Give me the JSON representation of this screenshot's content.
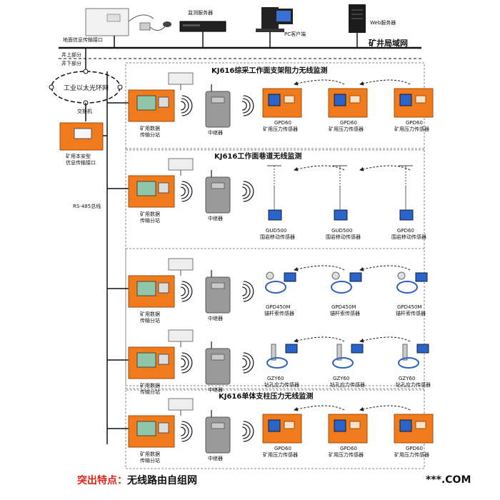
{
  "top": {
    "surface_interface": "地面信息传输接口",
    "monitor_server": "监测服务器",
    "pc_client": "PC客户端",
    "web_server": "Web服务器",
    "lan": "矿井局域网",
    "above_ground": "井上部分",
    "below_ground": "井下部分",
    "ring_network": "工业以太光环网",
    "switch": "交换机",
    "safe_interface_l1": "矿用本安型",
    "safe_interface_l2": "信息传输接口",
    "rs485": "RS-485总线"
  },
  "sections": [
    {
      "title": "KJ616综采工作面支架阻力无线监测",
      "substation_l1": "矿用数据",
      "substation_l2": "传输分站",
      "relay": "中继器",
      "sensors": [
        {
          "model": "GPD60",
          "name": "矿用压力传感器"
        },
        {
          "model": "GPD60",
          "name": "矿用压力传感器"
        },
        {
          "model": "GPD60",
          "name": "矿用压力传感器"
        }
      ]
    },
    {
      "title": "KJ616工作面巷道无线监测",
      "substation_l1": "矿用数据",
      "substation_l2": "传输分站",
      "relay": "中继器",
      "sensors": [
        {
          "model": "GUD500",
          "name": "围岩移动传感器"
        },
        {
          "model": "GUD500",
          "name": "围岩移动传感器"
        },
        {
          "model": "GPD60",
          "name": "围岩移动传感器"
        }
      ]
    },
    {
      "title": "",
      "substation_l1": "矿用数据",
      "substation_l2": "传输分站",
      "relay": "中继器",
      "sensors": [
        {
          "model": "GPD450M",
          "name": "锚杆索传感器"
        },
        {
          "model": "GPD450M",
          "name": "锚杆索传感器"
        },
        {
          "model": "GPD450M",
          "name": "锚杆索传感器"
        }
      ]
    },
    {
      "title": "",
      "substation_l1": "矿用数据",
      "substation_l2": "传输分站",
      "relay": "中继器",
      "sensors": [
        {
          "model": "GZY60",
          "name": "钻孔应力传感器"
        },
        {
          "model": "GZY60",
          "name": "钻孔应力传感器"
        },
        {
          "model": "GZY60",
          "name": "钻孔应力传感器"
        }
      ]
    },
    {
      "title": "KJ616单体支柱压力无线监测",
      "substation_l1": "矿用数据",
      "substation_l2": "传输分站",
      "relay": "中继器",
      "sensors": [
        {
          "model": "GPD60",
          "name": "矿用压力传感器"
        },
        {
          "model": "GPD60",
          "name": "矿用压力传感器"
        },
        {
          "model": "GPD60",
          "name": "矿用压力传感器"
        }
      ]
    }
  ],
  "feature": {
    "label": "突出特点：",
    "value": "无线路由自组网"
  },
  "watermark": "***.COM",
  "colors": {
    "orange": "#f07b1d",
    "blue": "#2a63c9",
    "grey": "#9a9a9a",
    "screen": "#8fc7a8",
    "red": "#e0241b"
  }
}
